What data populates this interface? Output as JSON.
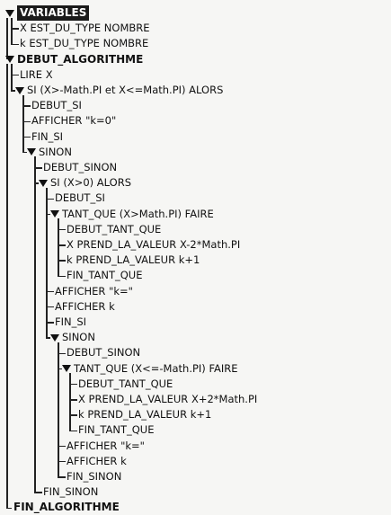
{
  "tree": [
    {
      "id": "variables",
      "label": "VARIABLES",
      "depth": 0,
      "toggle": true,
      "bold": true,
      "selected": true
    },
    {
      "id": "var-x",
      "label": "X EST_DU_TYPE NOMBRE",
      "depth": 1
    },
    {
      "id": "var-k",
      "label": "k EST_DU_TYPE NOMBRE",
      "depth": 1
    },
    {
      "id": "debut-algo",
      "label": "DEBUT_ALGORITHME",
      "depth": 0,
      "toggle": true,
      "bold": true
    },
    {
      "id": "lire-x",
      "label": "LIRE X",
      "depth": 1
    },
    {
      "id": "si-1",
      "label": "SI (X>-Math.PI et X<=Math.PI) ALORS",
      "depth": 1,
      "toggle": true
    },
    {
      "id": "debut-si-1",
      "label": "DEBUT_SI",
      "depth": 2
    },
    {
      "id": "afficher-k0",
      "label": "AFFICHER \"k=0\"",
      "depth": 2
    },
    {
      "id": "fin-si-1",
      "label": "FIN_SI",
      "depth": 2
    },
    {
      "id": "sinon-1",
      "label": "SINON",
      "depth": 2,
      "toggle": true
    },
    {
      "id": "debut-sinon-1",
      "label": "DEBUT_SINON",
      "depth": 3
    },
    {
      "id": "si-2",
      "label": "SI (X>0) ALORS",
      "depth": 3,
      "toggle": true
    },
    {
      "id": "debut-si-2",
      "label": "DEBUT_SI",
      "depth": 4
    },
    {
      "id": "tq-1",
      "label": "TANT_QUE (X>Math.PI) FAIRE",
      "depth": 4,
      "toggle": true
    },
    {
      "id": "debut-tq-1",
      "label": "DEBUT_TANT_QUE",
      "depth": 5
    },
    {
      "id": "x-moins",
      "label": "X PREND_LA_VALEUR X-2*Math.PI",
      "depth": 5
    },
    {
      "id": "k-plus-1",
      "label": "k PREND_LA_VALEUR k+1",
      "depth": 5
    },
    {
      "id": "fin-tq-1",
      "label": "FIN_TANT_QUE",
      "depth": 5
    },
    {
      "id": "afficher-k-1",
      "label": "AFFICHER \"k=\"",
      "depth": 4
    },
    {
      "id": "afficher-kv-1",
      "label": "AFFICHER k",
      "depth": 4
    },
    {
      "id": "fin-si-2",
      "label": "FIN_SI",
      "depth": 4
    },
    {
      "id": "sinon-2",
      "label": "SINON",
      "depth": 4,
      "toggle": true
    },
    {
      "id": "debut-sinon-2",
      "label": "DEBUT_SINON",
      "depth": 5
    },
    {
      "id": "tq-2",
      "label": "TANT_QUE (X<=-Math.PI) FAIRE",
      "depth": 5,
      "toggle": true
    },
    {
      "id": "debut-tq-2",
      "label": "DEBUT_TANT_QUE",
      "depth": 6
    },
    {
      "id": "x-plus",
      "label": "X PREND_LA_VALEUR X+2*Math.PI",
      "depth": 6
    },
    {
      "id": "k-plus-2",
      "label": "k PREND_LA_VALEUR k+1",
      "depth": 6
    },
    {
      "id": "fin-tq-2",
      "label": "FIN_TANT_QUE",
      "depth": 6
    },
    {
      "id": "afficher-k-2",
      "label": "AFFICHER \"k=\"",
      "depth": 5
    },
    {
      "id": "afficher-kv-2",
      "label": "AFFICHER k",
      "depth": 5
    },
    {
      "id": "fin-sinon-2",
      "label": "FIN_SINON",
      "depth": 5
    },
    {
      "id": "fin-sinon-1",
      "label": "FIN_SINON",
      "depth": 3
    },
    {
      "id": "fin-algo",
      "label": "FIN_ALGORITHME",
      "depth": 0,
      "bold": true
    }
  ]
}
